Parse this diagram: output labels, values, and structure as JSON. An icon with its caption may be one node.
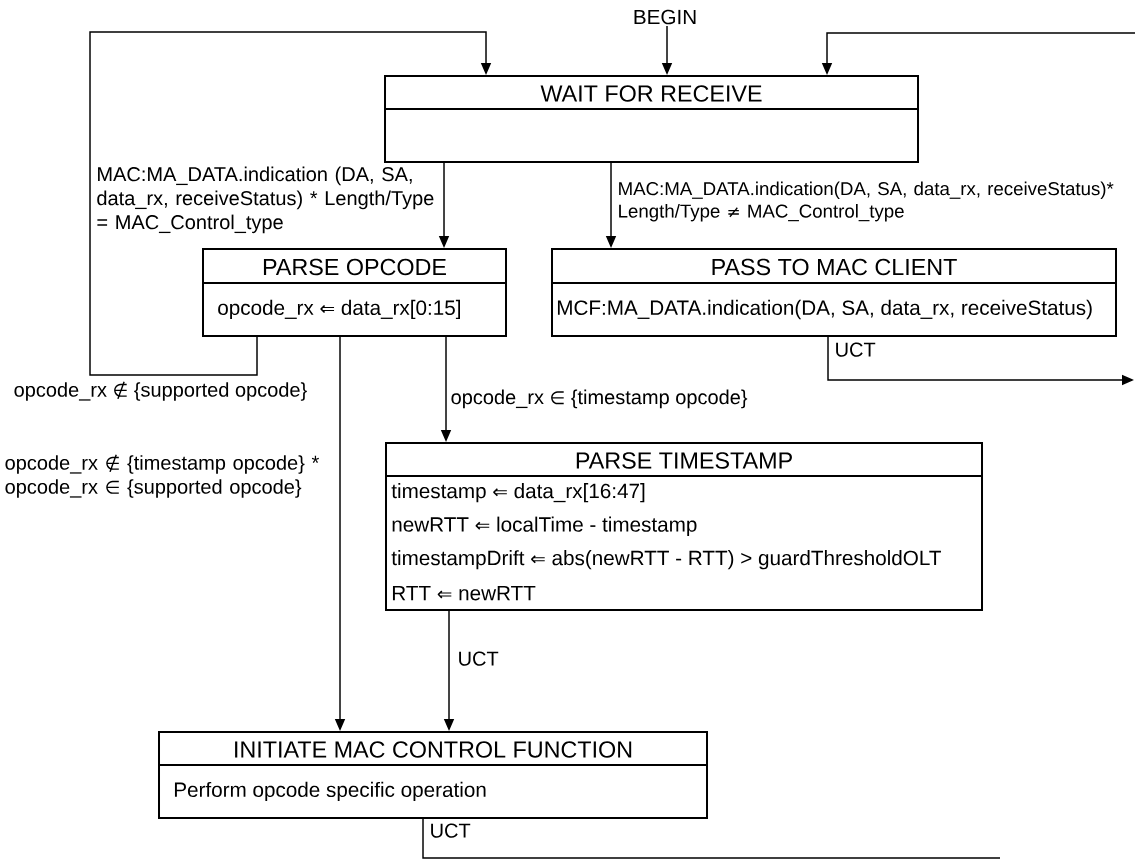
{
  "diagram": {
    "nodes": [
      {
        "text": [
          "BEGIN"
        ]
      },
      {
        "text": [
          "WAIT FOR RECEIVE"
        ]
      },
      {
        "text": [
          "PARSE OPCODE",
          "opcode_rx ⇐ data_rx[0:15]"
        ]
      },
      {
        "text": [
          "PASS TO MAC CLIENT",
          "MCF:MA_DATA.indication(DA, SA, data_rx, receiveStatus)"
        ]
      },
      {
        "text": [
          "PARSE TIMESTAMP",
          "timestamp ⇐ data_rx[16:47]",
          "newRTT ⇐ localTime - timestamp",
          "timestampDrift ⇐ abs(newRTT - RTT) > guardThresholdOLT",
          "RTT ⇐ newRTT"
        ]
      },
      {
        "text": [
          "INITIATE MAC CONTROL FUNCTION",
          "Perform opcode specific operation"
        ]
      }
    ],
    "edges": [
      {
        "from": 0,
        "to": 1,
        "arrow": "to"
      },
      {
        "from": 1,
        "to": 2,
        "arrow": "to",
        "label": "MAC:MA_DATA.indication (DA, SA, data_rx, receiveStatus) * Length/Type = MAC_Control_type"
      },
      {
        "from": 1,
        "to": 3,
        "arrow": "to",
        "label": "MAC:MA_DATA.indication(DA, SA, data_rx, receiveStatus)* Length/Type ≠ MAC_Control_type"
      },
      {
        "from": 2,
        "to": 1,
        "arrow": "to",
        "label": "opcode_rx ∉ {supported opcode}"
      },
      {
        "from": 2,
        "to": 4,
        "arrow": "to",
        "label": "opcode_rx ∈ {timestamp opcode}"
      },
      {
        "from": 2,
        "to": 5,
        "arrow": "to",
        "label": "opcode_rx ∉ {timestamp opcode} * opcode_rx ∈ {supported opcode}"
      },
      {
        "from": 4,
        "to": 5,
        "arrow": "to",
        "label": "UCT"
      },
      {
        "from": 3,
        "to": null,
        "arrow": "to",
        "label": "UCT"
      },
      {
        "from": null,
        "to": 1,
        "arrow": "to"
      },
      {
        "from": 5,
        "to": null,
        "arrow": "none",
        "label": "UCT"
      }
    ]
  }
}
